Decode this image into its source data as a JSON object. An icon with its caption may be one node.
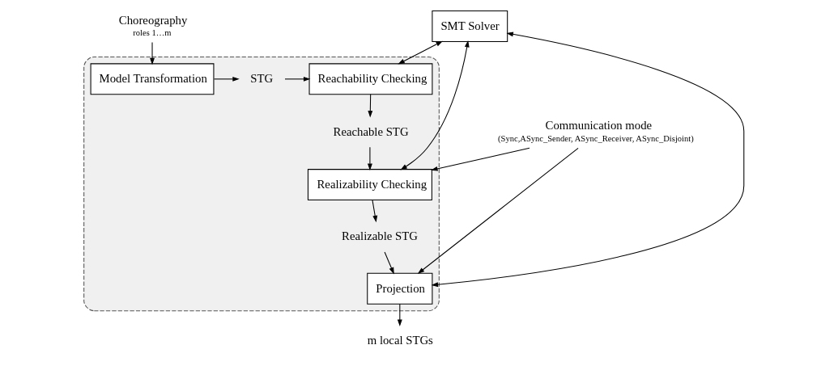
{
  "diagram": {
    "nodes": [
      {
        "text": [],
        "shape": "box"
      },
      {
        "text": [
          "Choreography"
        ],
        "beside": [
          "roles 1…m"
        ]
      },
      {
        "text": [
          "Communication mode"
        ],
        "beside": [
          "(Sync,ASync_Sender, ASync_Receiver, ASync_Disjoint)"
        ]
      },
      {
        "text": [
          "Model Transformation"
        ],
        "in": 0
      },
      {
        "text": [
          "STG"
        ],
        "in": 0
      },
      {
        "text": [
          "Reachability Checking"
        ],
        "in": 0
      },
      {
        "text": [
          "Reachable STG"
        ],
        "in": 0
      },
      {
        "text": [
          "Realizability Checking"
        ],
        "in": 0
      },
      {
        "text": [
          "Realizable STG"
        ],
        "in": 0
      },
      {
        "text": [
          "Projection"
        ],
        "in": 0
      },
      {
        "text": [
          "SMT Solver"
        ]
      },
      {
        "text": [
          "m local STGs"
        ]
      }
    ],
    "edges": [
      {
        "from": 1,
        "to": 3,
        "arrow": "to"
      },
      {
        "from": 3,
        "to": 4,
        "arrow": "to"
      },
      {
        "from": 4,
        "to": 5,
        "arrow": "to"
      },
      {
        "from": 5,
        "to": 6,
        "arrow": "to"
      },
      {
        "from": 6,
        "to": 7,
        "arrow": "to"
      },
      {
        "from": 7,
        "to": 8,
        "arrow": "to"
      },
      {
        "from": 8,
        "to": 9,
        "arrow": "to"
      },
      {
        "from": 9,
        "to": 11,
        "arrow": "to"
      },
      {
        "from": 2,
        "to": 7,
        "arrow": "to"
      },
      {
        "from": 2,
        "to": 9,
        "arrow": "to"
      },
      {
        "from": 10,
        "to": 5,
        "arrow": "both"
      },
      {
        "from": 10,
        "to": 7,
        "arrow": "both"
      },
      {
        "from": 10,
        "to": 9,
        "arrow": "both"
      }
    ]
  }
}
